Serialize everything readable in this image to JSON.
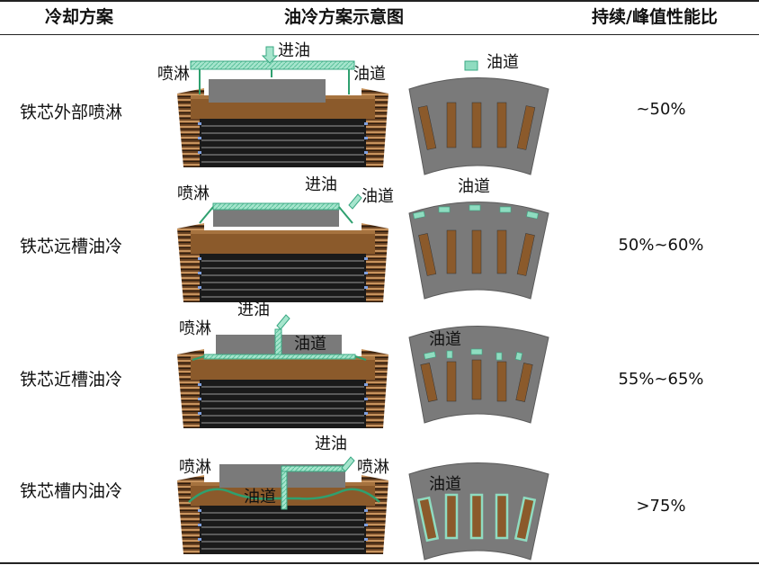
{
  "headers": {
    "method": "冷却方案",
    "diagram": "油冷方案示意图",
    "ratio": "持续/峰值性能比"
  },
  "rows": [
    {
      "method": "铁芯外部喷淋",
      "ratio": "~50%",
      "labels": {
        "spray": "喷淋",
        "inlet": "进油",
        "channel": "油道",
        "legend_channel": "油道"
      }
    },
    {
      "method": "铁芯远槽油冷",
      "ratio": "50%~60%",
      "labels": {
        "spray": "喷淋",
        "inlet": "进油",
        "channel": "油道",
        "channel_right": "油道"
      }
    },
    {
      "method": "铁芯近槽油冷",
      "ratio": "55%~65%",
      "labels": {
        "spray": "喷淋",
        "inlet": "进油",
        "channel": "油道",
        "channel_right": "油道"
      }
    },
    {
      "method": "铁芯槽内油冷",
      "ratio": ">75%",
      "labels": {
        "spray": "喷淋",
        "inlet": "进油",
        "channel": "油道",
        "channel_right": "油道"
      }
    }
  ],
  "colors": {
    "oil": "#8fdcc0",
    "oil_dark": "#3aa883",
    "core": "#7a7a7a",
    "copper": "#8b5a2b",
    "winding_dark": "#1a1a1a"
  }
}
